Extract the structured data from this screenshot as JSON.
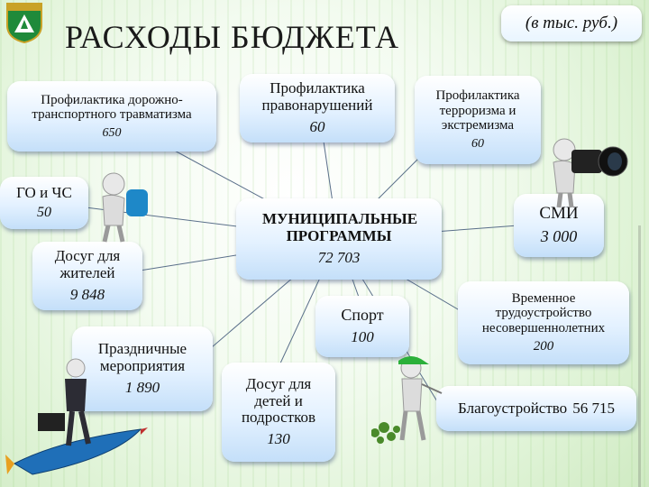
{
  "title": "РАСХОДЫ БЮДЖЕТА",
  "units": "(в тыс. руб.)",
  "hub": {
    "label": "МУНИЦИПАЛЬНЫЕ ПРОГРАММЫ",
    "value": "72 703"
  },
  "nodes": [
    {
      "id": "road",
      "label": "Профилактика дорожно-транспортного травматизма",
      "value": "650"
    },
    {
      "id": "offense",
      "label": "Профилактика правонарушений",
      "value": "60"
    },
    {
      "id": "terror",
      "label": "Профилактика терроризма и экстремизма",
      "value": "60"
    },
    {
      "id": "gochs",
      "label": "ГО и ЧС",
      "value": "50"
    },
    {
      "id": "leisure",
      "label": "Досуг для жителей",
      "value": "9 848"
    },
    {
      "id": "media",
      "label": "СМИ",
      "value": "3 000"
    },
    {
      "id": "sport",
      "label": "Спорт",
      "value": "100"
    },
    {
      "id": "holidays",
      "label": "Праздничные мероприятия",
      "value": "1 890"
    },
    {
      "id": "youth",
      "label": "Досуг для детей и подростков",
      "value": "130"
    },
    {
      "id": "employment",
      "label": "Временное трудоустройство несовершеннолетних",
      "value": "200"
    },
    {
      "id": "landscaping",
      "label": "Благоустройство",
      "value": "56 715"
    }
  ],
  "colors": {
    "box_top": "#ffffff",
    "box_bottom": "#c4dff9",
    "line": "#5a6f8a"
  },
  "icons": [
    "city-crest-icon",
    "camera-figure-icon",
    "rocket-figure-icon",
    "gardener-figure-icon",
    "carry-figure-icon"
  ]
}
